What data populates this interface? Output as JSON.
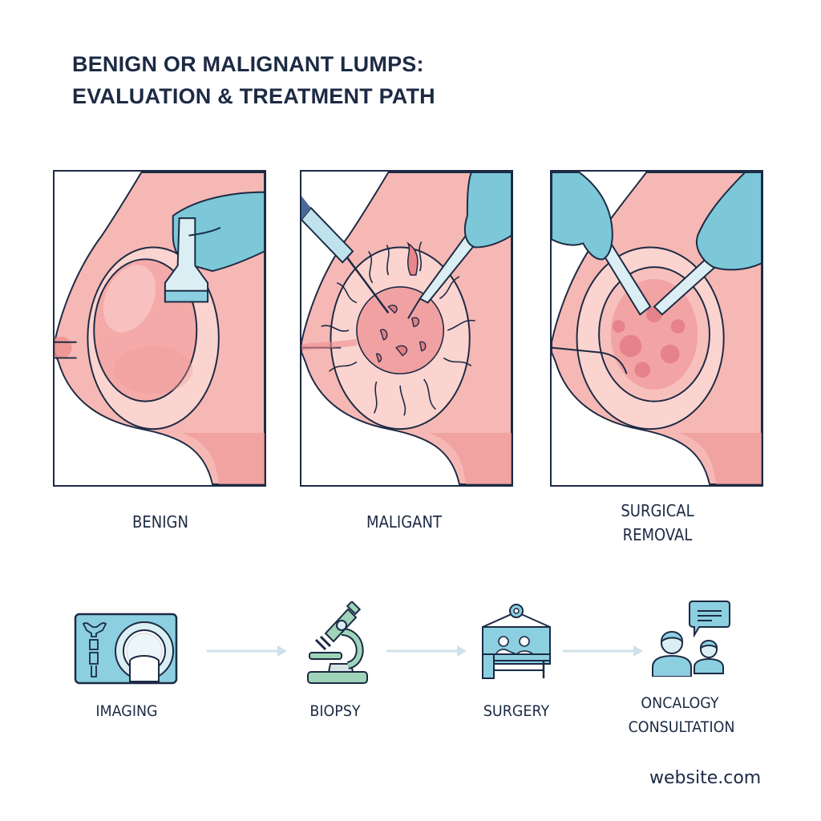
{
  "title": {
    "line1": "BENIGN OR MALIGNANT LUMPS:",
    "line2": "EVALUATION & TREATMENT PATH"
  },
  "panels": [
    {
      "caption": "BENIGN",
      "illustration": "ultrasound-probe-on-smooth-lump"
    },
    {
      "caption": "MALIGANT",
      "illustration": "needle-biopsy-and-scalpel-on-spiculated-tumor"
    },
    {
      "caption_lines": [
        "SURGICAL",
        "REMOVAL"
      ],
      "illustration": "gloved-hands-excising-tumor"
    }
  ],
  "steps": [
    {
      "label": "IMAGING",
      "icon": "mri-scanner-icon"
    },
    {
      "label": "BIOPSY",
      "icon": "microscope-icon"
    },
    {
      "label": "SURGERY",
      "icon": "operating-room-icon"
    },
    {
      "label_lines": [
        "ONCALOGY",
        "CONSULTATION"
      ],
      "icon": "consultation-icon"
    }
  ],
  "footer": "website.com",
  "colors": {
    "ink": "#1c2a44",
    "skin": "#f6b8b4",
    "skin_dark": "#ee9a98",
    "skin_light": "#fbd3cf",
    "glove": "#7cc7d8",
    "icon_blue": "#8ccfe0",
    "icon_green": "#9fd4b8",
    "arrow": "#cfe1e8"
  }
}
